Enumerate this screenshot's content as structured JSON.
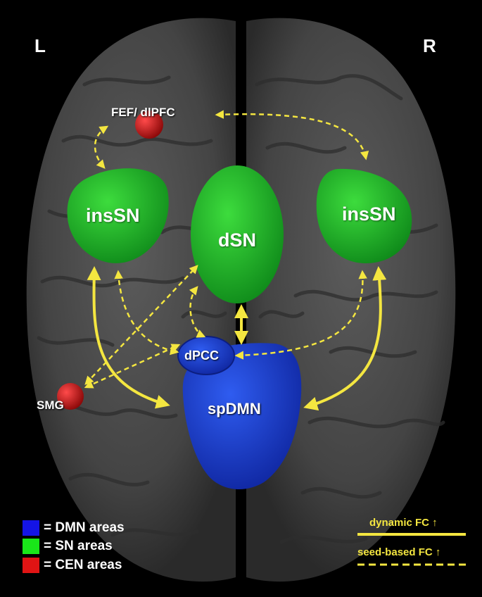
{
  "hemispheres": {
    "left": "L",
    "right": "R"
  },
  "regions": {
    "ins_left": "insSN",
    "dsn": "dSN",
    "ins_right": "insSN",
    "dpcc": "dPCC",
    "spdmn": "spDMN"
  },
  "nodes": {
    "fef": "FEF/ dlPFC",
    "smg": "SMG"
  },
  "legend": [
    {
      "color": "#1414e6",
      "label": "= DMN areas"
    },
    {
      "color": "#19e619",
      "label": "= SN areas"
    },
    {
      "color": "#e01414",
      "label": "= CEN areas"
    }
  ],
  "fc_legend": {
    "dynamic": "dynamic FC ↑",
    "seed": "seed-based FC ↑"
  },
  "colors": {
    "brain": "#4a4a4a",
    "sn": "#1fb82a",
    "dmn": "#1f3fd0",
    "cen": "#c81414",
    "arrow": "#f4e640"
  }
}
